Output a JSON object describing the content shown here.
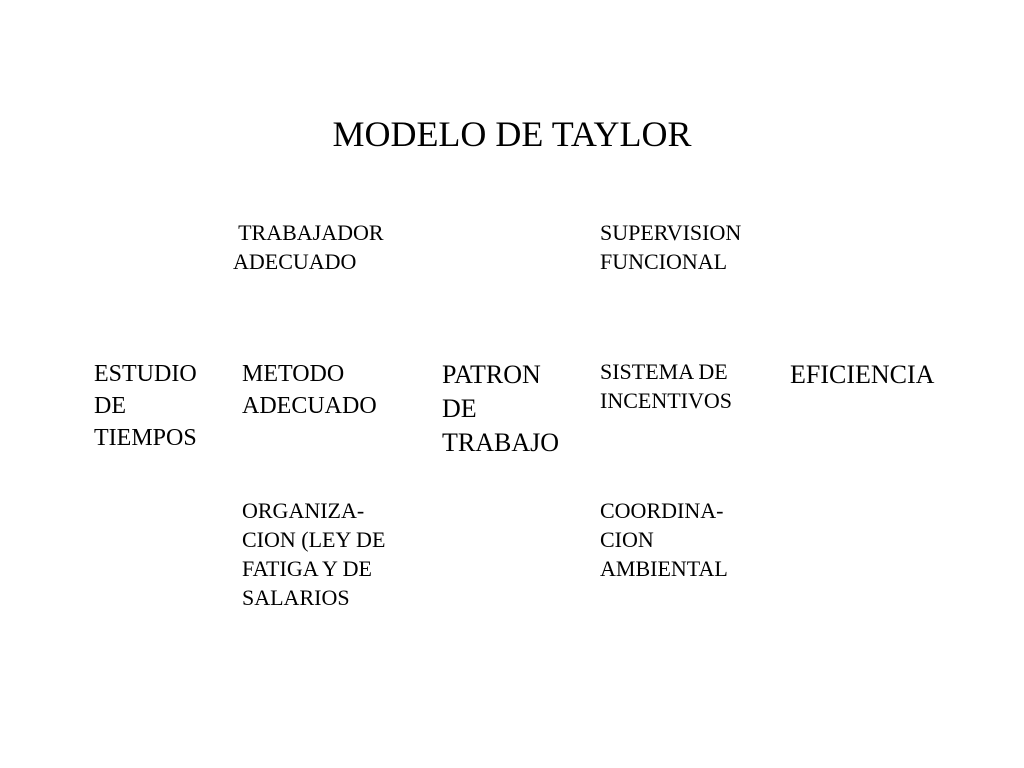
{
  "slide": {
    "title": "MODELO DE TAYLOR",
    "nodes": {
      "estudio_tiempos": "ESTUDIO\nDE\nTIEMPOS",
      "trabajador_adecuado": " TRABAJADOR\nADECUADO",
      "metodo_adecuado": "METODO\nADECUADO",
      "organizacion": "ORGANIZA-\nCION (LEY DE\nFATIGA Y DE\nSALARIOS",
      "patron_trabajo": "PATRON\nDE\nTRABAJO",
      "supervision_funcional": "SUPERVISION\nFUNCIONAL",
      "sistema_incentivos": "SISTEMA DE\nINCENTIVOS",
      "coordinacion_ambiental": "COORDINA-\nCION\nAMBIENTAL",
      "eficiencia": "EFICIENCIA"
    }
  }
}
